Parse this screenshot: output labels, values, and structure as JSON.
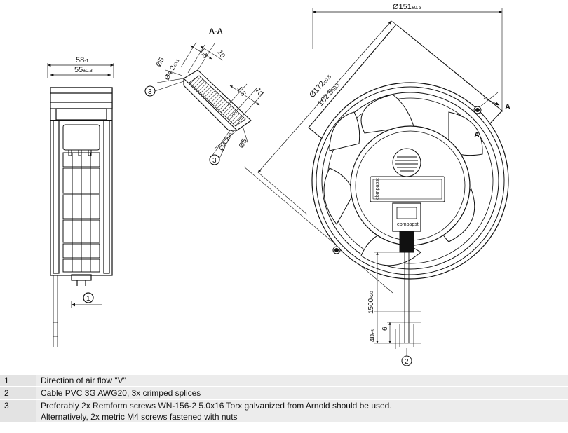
{
  "dimensions": {
    "width_outer": "58",
    "width_outer_tol": "-1",
    "width_inner": "55",
    "width_inner_tol": "±0.3",
    "section_label": "A-A",
    "detail_d5_top": "Ø5",
    "detail_d42_top": "Ø4.2",
    "detail_d42_tol": "±0.1",
    "detail_15_top": "1.5",
    "detail_10_top": "10",
    "detail_15_bottom": "1.5",
    "detail_10_bottom": "10",
    "detail_d42_bottom": "Ø4.2",
    "detail_d5_bottom": "Ø5",
    "diameter_151": "Ø151",
    "diameter_151_tol": "±0.5",
    "diameter_172": "Ø172",
    "diameter_172_tol": "±0.5",
    "dim_1625": "162.5",
    "dim_1625_tol": "±0.1",
    "cut_a1": "A",
    "cut_a2": "A",
    "cable_length": "1500",
    "cable_length_tol": "+20",
    "strip_40": "40",
    "strip_40_tol": "±5",
    "strip_6": "6",
    "brand_label": "ebmpapst",
    "callout_1": "1",
    "callout_2": "2",
    "callout_3a": "3",
    "callout_3b": "3"
  },
  "notes": [
    {
      "num": "1",
      "text": "Direction of air flow \"V\"",
      "text2": ""
    },
    {
      "num": "2",
      "text": "Cable PVC 3G AWG20, 3x crimped splices",
      "text2": ""
    },
    {
      "num": "3",
      "text": "Preferably 2x Remform screws WN-156-2 5.0x16 Torx galvanized from Arnold should be used.",
      "text2": "Alternatively, 2x metric M4 screws fastened with nuts"
    }
  ],
  "colors": {
    "line": "#111111",
    "table_num": "#e3e3e3",
    "table_text": "#ececec"
  }
}
